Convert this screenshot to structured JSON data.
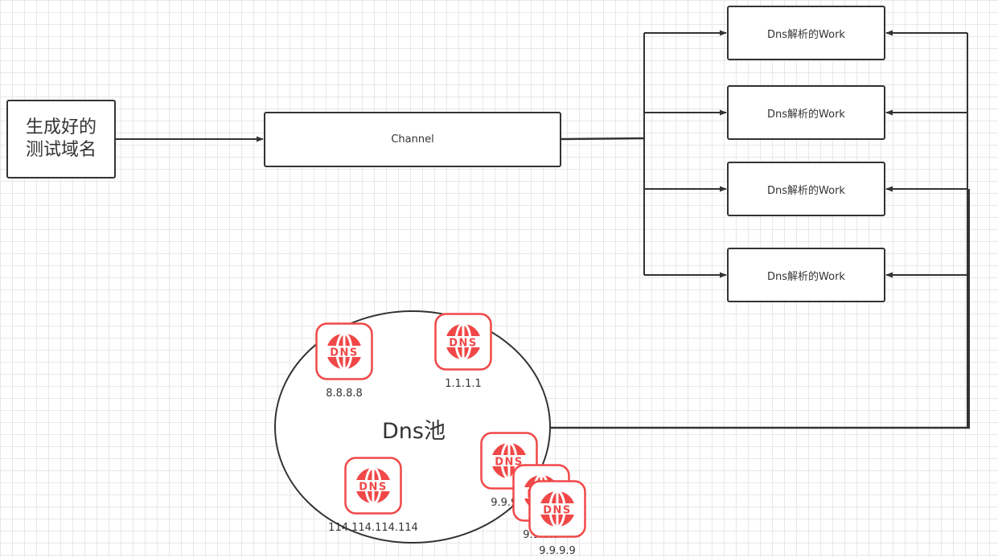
{
  "source": {
    "label_line1": "生成好的",
    "label_line2": "测试域名"
  },
  "channel": {
    "label": "Channel"
  },
  "workers": [
    {
      "label": "Dns解析的Work"
    },
    {
      "label": "Dns解析的Work"
    },
    {
      "label": "Dns解析的Work"
    },
    {
      "label": "Dns解析的Work"
    }
  ],
  "pool": {
    "label": "Dns池"
  },
  "dns_servers": [
    {
      "icon": "dns-globe-icon",
      "label": "8.8.8.8"
    },
    {
      "icon": "dns-globe-icon",
      "label": "1.1.1.1"
    },
    {
      "icon": "dns-globe-icon",
      "label": "114.114.114.114"
    },
    {
      "icon": "dns-globe-icon",
      "label": "9.9.9.9"
    },
    {
      "icon": "dns-globe-icon",
      "label": "9.9.9.9"
    },
    {
      "icon": "dns-globe-icon",
      "label": "9.9.9.9"
    }
  ],
  "colors": {
    "line": "#333333",
    "dns_icon": "#f04848"
  }
}
